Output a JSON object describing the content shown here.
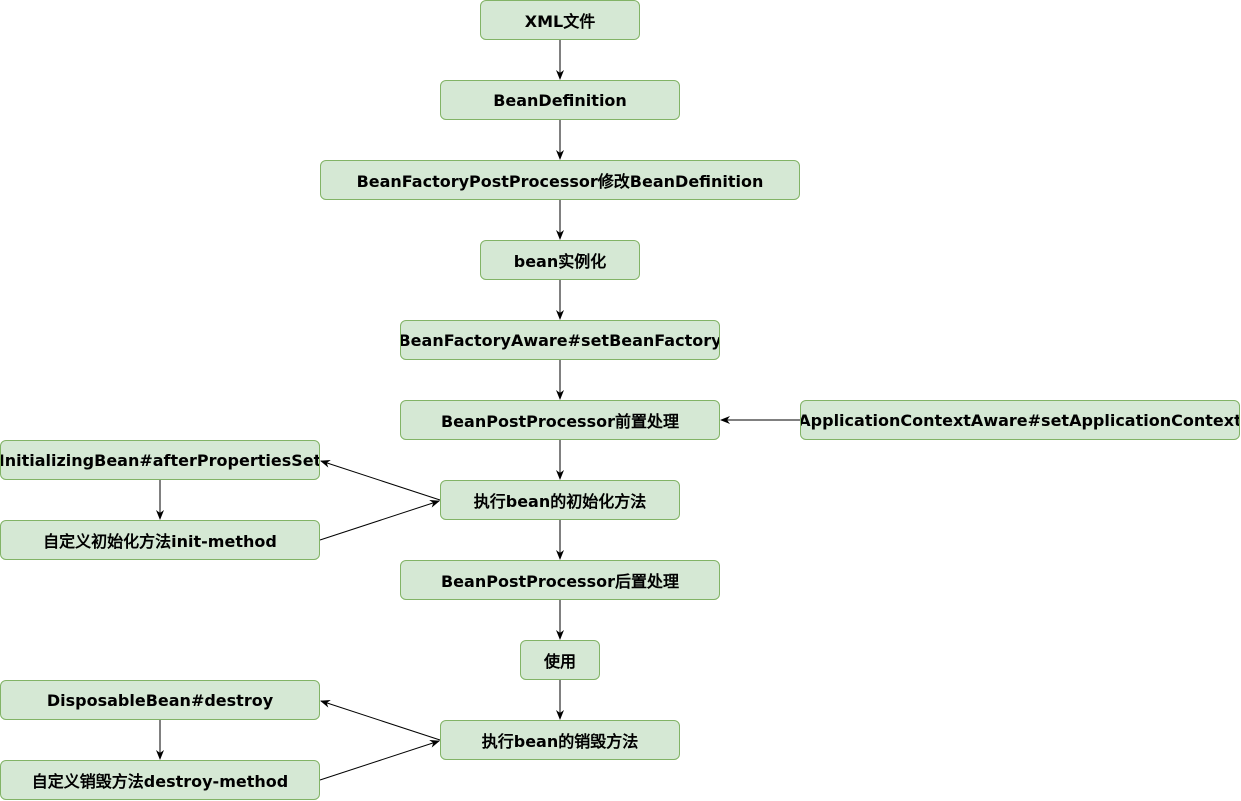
{
  "diagram": {
    "nodes": [
      {
        "id": "xml",
        "label": "XML文件"
      },
      {
        "id": "bd",
        "label": "BeanDefinition"
      },
      {
        "id": "bfpp",
        "label": "BeanFactoryPostProcessor修改BeanDefinition"
      },
      {
        "id": "inst",
        "label": "bean实例化"
      },
      {
        "id": "bfa",
        "label": "BeanFactoryAware#setBeanFactory"
      },
      {
        "id": "bpp_before",
        "label": "BeanPostProcessor前置处理"
      },
      {
        "id": "aca",
        "label": "ApplicationContextAware#setApplicationContext"
      },
      {
        "id": "ib",
        "label": "InitializingBean#afterPropertiesSet"
      },
      {
        "id": "init",
        "label": "执行bean的初始化方法"
      },
      {
        "id": "custom_init",
        "label": "自定义初始化方法init-method"
      },
      {
        "id": "bpp_after",
        "label": "BeanPostProcessor后置处理"
      },
      {
        "id": "use",
        "label": "使用"
      },
      {
        "id": "db",
        "label": "DisposableBean#destroy"
      },
      {
        "id": "destroy",
        "label": "执行bean的销毁方法"
      },
      {
        "id": "custom_destroy",
        "label": "自定义销毁方法destroy-method"
      }
    ],
    "edges": [
      {
        "from": "xml",
        "to": "bd"
      },
      {
        "from": "bd",
        "to": "bfpp"
      },
      {
        "from": "bfpp",
        "to": "inst"
      },
      {
        "from": "inst",
        "to": "bfa"
      },
      {
        "from": "bfa",
        "to": "bpp_before"
      },
      {
        "from": "aca",
        "to": "bpp_before"
      },
      {
        "from": "bpp_before",
        "to": "init"
      },
      {
        "from": "init",
        "to": "ib"
      },
      {
        "from": "ib",
        "to": "custom_init"
      },
      {
        "from": "custom_init",
        "to": "init"
      },
      {
        "from": "init",
        "to": "bpp_after"
      },
      {
        "from": "bpp_after",
        "to": "use"
      },
      {
        "from": "use",
        "to": "destroy"
      },
      {
        "from": "destroy",
        "to": "db"
      },
      {
        "from": "db",
        "to": "custom_destroy"
      },
      {
        "from": "custom_destroy",
        "to": "destroy"
      }
    ],
    "colors": {
      "node_fill": "#d5e8d4",
      "node_stroke": "#82b366",
      "edge": "#000000"
    }
  }
}
